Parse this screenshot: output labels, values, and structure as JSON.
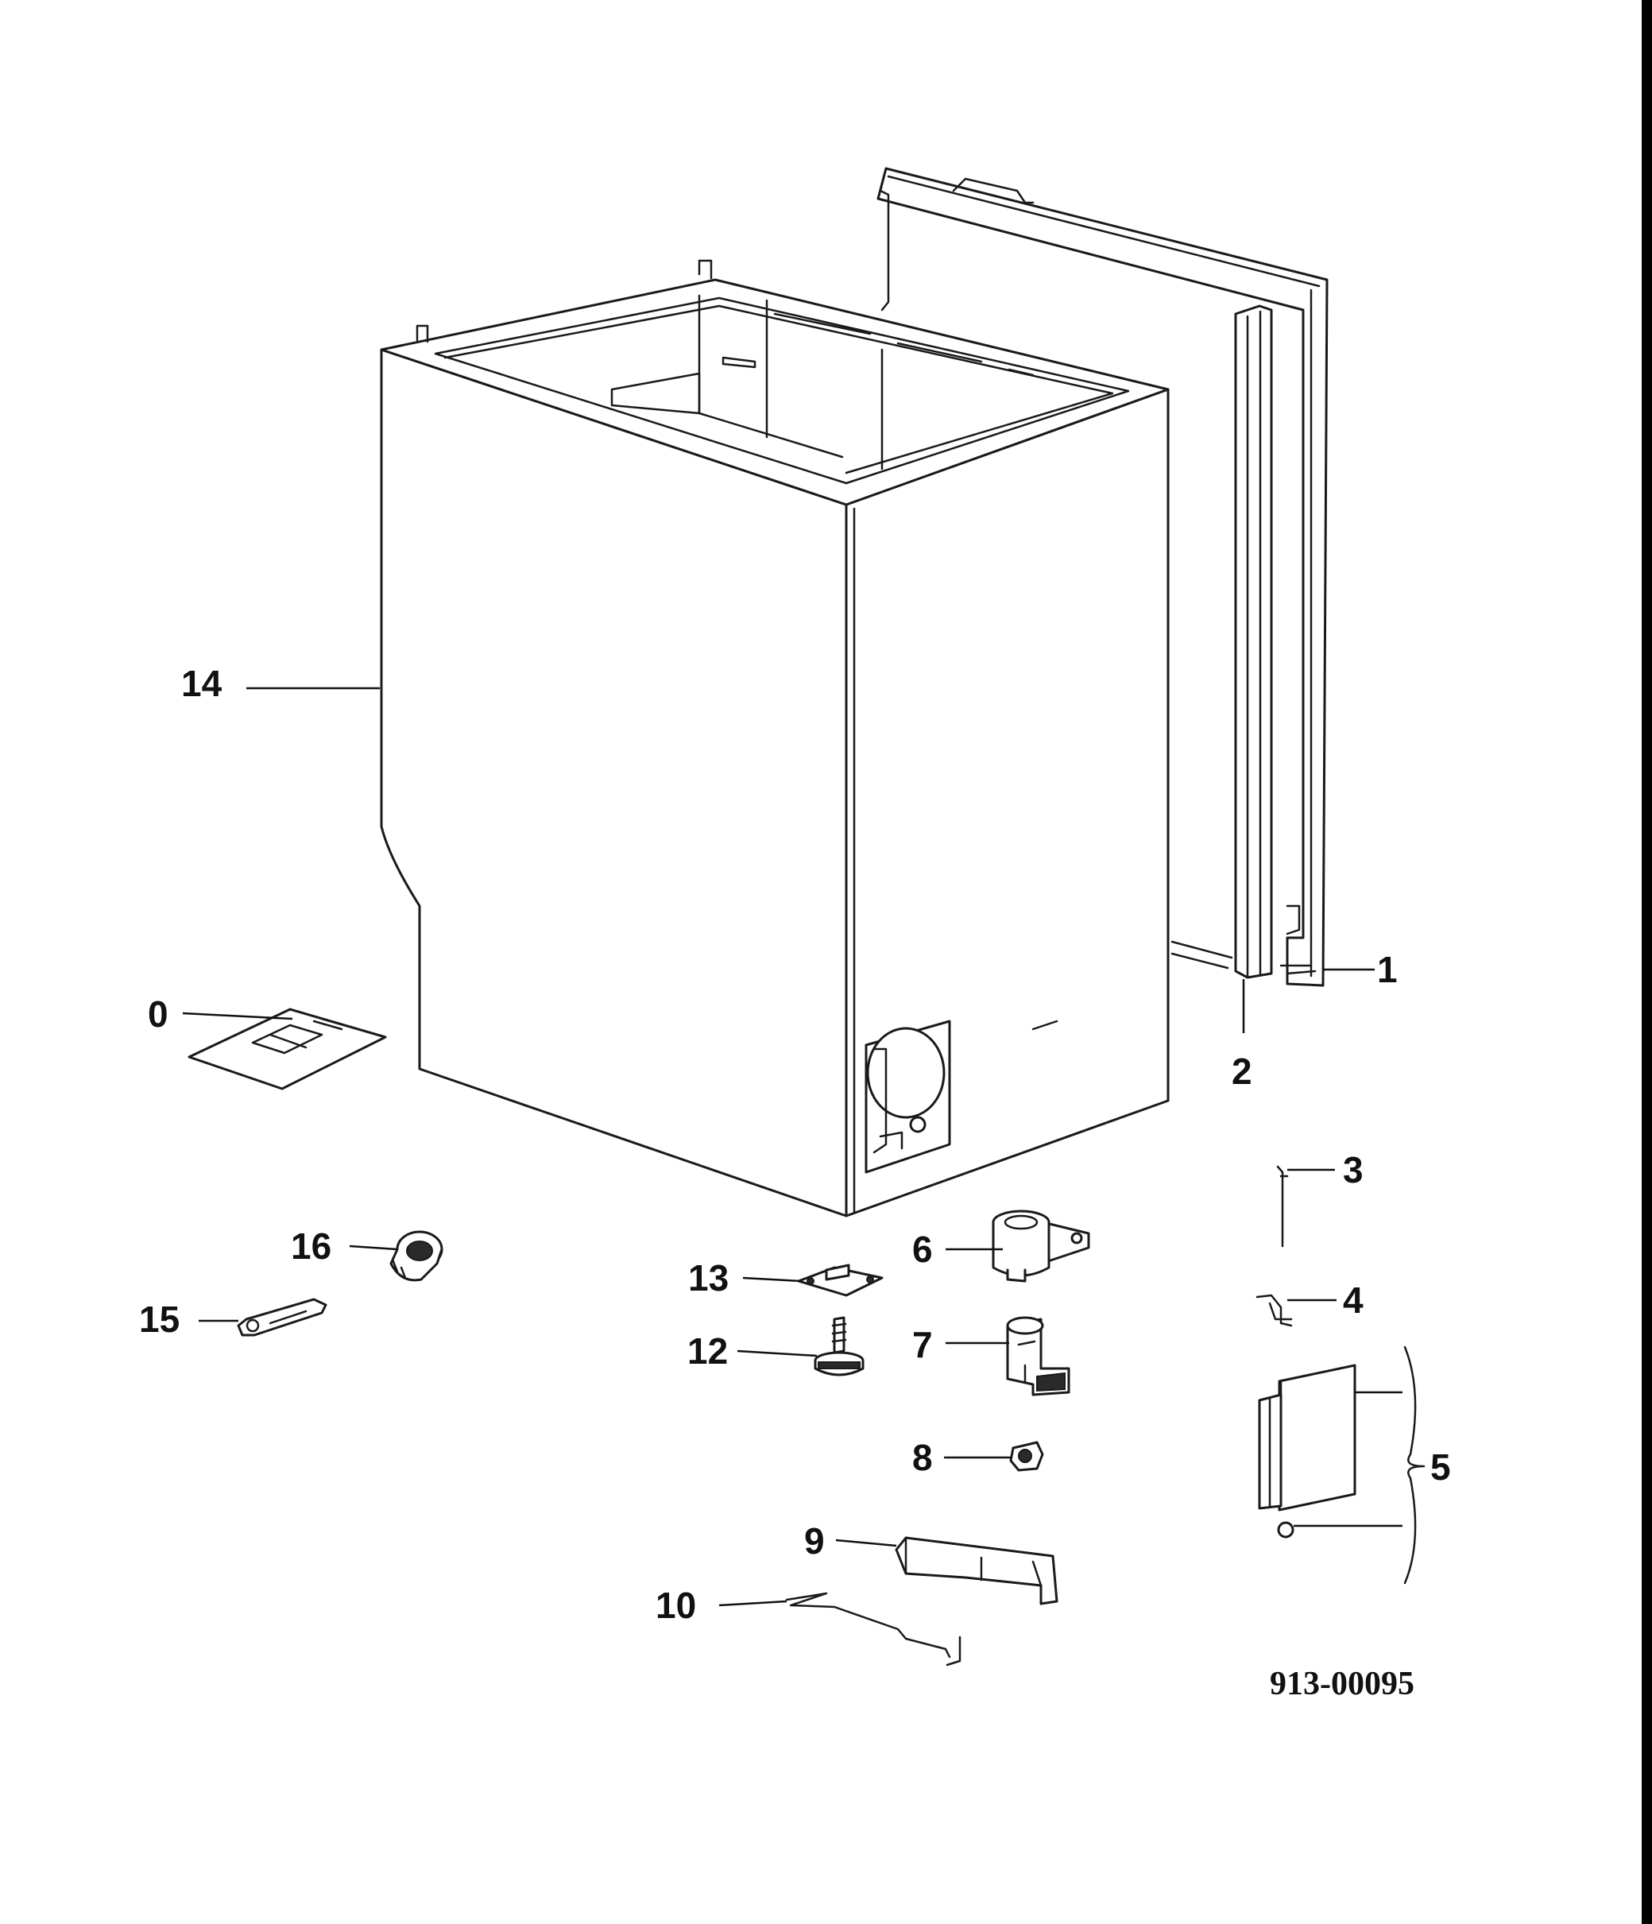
{
  "diagram": {
    "code": "913-00095",
    "callouts": {
      "c0": "0",
      "c1": "1",
      "c2": "2",
      "c3": "3",
      "c4": "4",
      "c5": "5",
      "c6": "6",
      "c7": "7",
      "c8": "8",
      "c9": "9",
      "c10": "10",
      "c12": "12",
      "c13": "13",
      "c14": "14",
      "c15": "15",
      "c16": "16"
    }
  }
}
